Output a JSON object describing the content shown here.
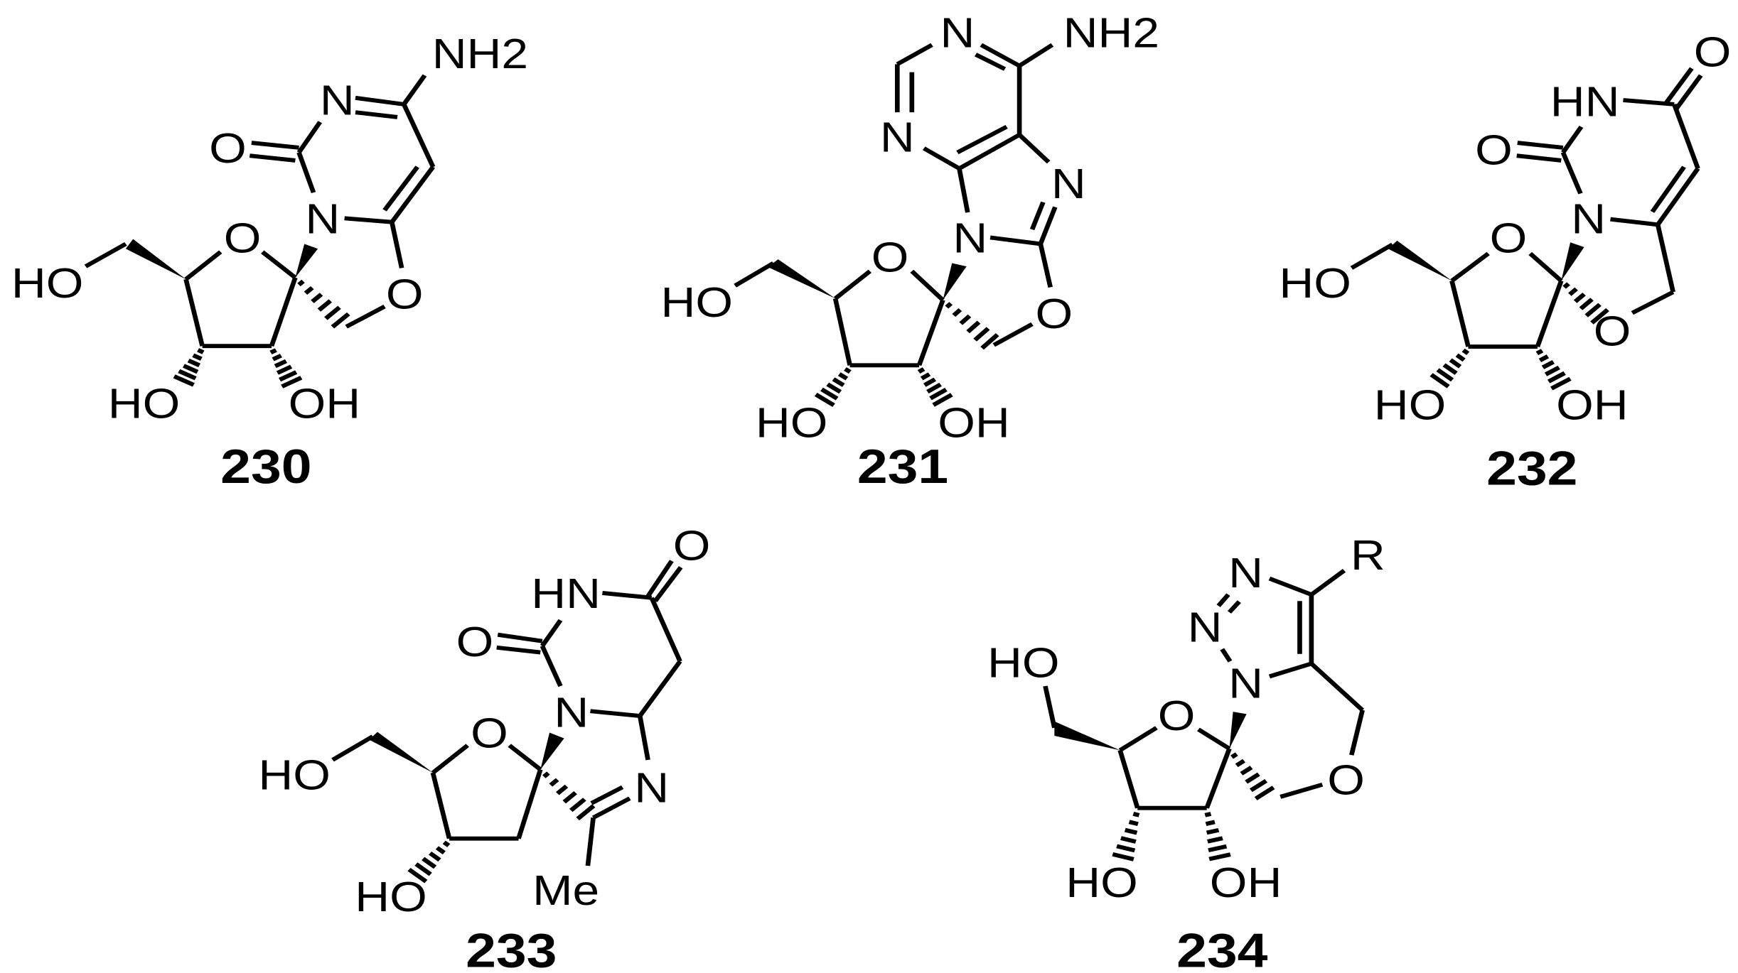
{
  "figure": {
    "background": "#ffffff",
    "ink": "#000000",
    "molecules": [
      {
        "id": "230",
        "labels": [
          "NH2",
          "N",
          "O",
          "N",
          "O",
          "O",
          "HO",
          "HO",
          "OH"
        ]
      },
      {
        "id": "231",
        "labels": [
          "N",
          "NH2",
          "N",
          "N",
          "N",
          "O",
          "O",
          "HO",
          "HO",
          "OH"
        ]
      },
      {
        "id": "232",
        "labels": [
          "O",
          "HN",
          "O",
          "N",
          "O",
          "O",
          "HO",
          "HO",
          "OH"
        ]
      },
      {
        "id": "233",
        "labels": [
          "O",
          "HN",
          "O",
          "N",
          "O",
          "N",
          "Me",
          "HO",
          "HO"
        ]
      },
      {
        "id": "234",
        "labels": [
          "R",
          "N",
          "N",
          "N",
          "HO",
          "O",
          "O",
          "HO",
          "OH"
        ]
      }
    ]
  }
}
